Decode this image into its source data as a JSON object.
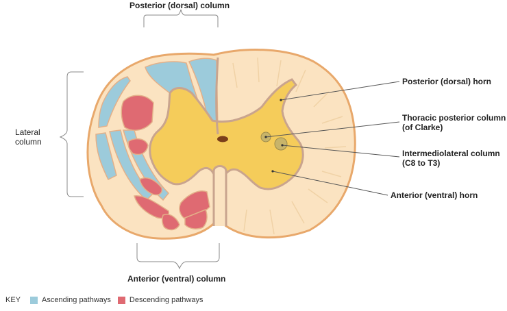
{
  "labels": {
    "posterior_column": "Posterior (dorsal) column",
    "lateral_column_line1": "Lateral",
    "lateral_column_line2": "column",
    "anterior_column": "Anterior (ventral) column",
    "posterior_horn": "Posterior (dorsal) horn",
    "thoracic_line1": "Thoracic posterior column",
    "thoracic_line2": "(of Clarke)",
    "intermedio_line1": "Intermediolateral column",
    "intermedio_line2": "(C8 to T3)",
    "anterior_horn": "Anterior (ventral) horn"
  },
  "key": {
    "title": "KEY",
    "ascending": "Ascending pathways",
    "descending": "Descending pathways"
  },
  "colors": {
    "ascending": "#9ccbdb",
    "descending": "#df6a72",
    "gray_matter": "#f5cc5a",
    "white_matter": "#fbe3c1",
    "outline": "#e8a86b",
    "septum": "#c9a48e"
  }
}
